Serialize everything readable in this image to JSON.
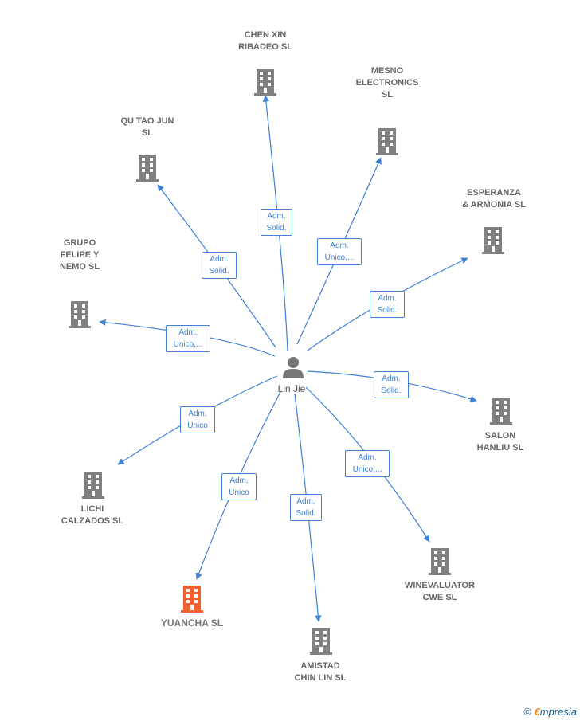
{
  "center": {
    "name": "Lin Jie",
    "icon": "person-icon"
  },
  "colors": {
    "edge": "#3f7fd6",
    "building": "#808080",
    "highlight": "#f06030",
    "text": "#666666"
  },
  "companies": [
    {
      "id": "chen-xin",
      "label": "CHEN XIN\nRIBADEO  SL",
      "role": "Adm.\nSolid.",
      "highlight": false
    },
    {
      "id": "mesno",
      "label": "MESNO\nELECTRONICS\nSL",
      "role": "Adm.\nUnico,...",
      "highlight": false
    },
    {
      "id": "qu-tao-jun",
      "label": "QU TAO JUN\nSL",
      "role": "Adm.\nSolid.",
      "highlight": false
    },
    {
      "id": "esperanza",
      "label": "ESPERANZA\n& ARMONIA  SL",
      "role": "Adm.\nSolid.",
      "highlight": false
    },
    {
      "id": "grupo-felipe",
      "label": "GRUPO\nFELIPE Y\nNEMO SL",
      "role": "Adm.\nUnico,...",
      "highlight": false
    },
    {
      "id": "salon-hanliu",
      "label": "SALON\nHANLIU  SL",
      "role": "Adm.\nSolid.",
      "highlight": false
    },
    {
      "id": "lichi",
      "label": "LICHI\nCALZADOS SL",
      "role": "Adm.\nUnico",
      "highlight": false
    },
    {
      "id": "winevaluator",
      "label": "WINEVALUATOR\nCWE  SL",
      "role": "Adm.\nUnico,...",
      "highlight": false
    },
    {
      "id": "yuancha",
      "label": "YUANCHA  SL",
      "role": "Adm.\nUnico",
      "highlight": true
    },
    {
      "id": "amistad",
      "label": "AMISTAD\nCHIN LIN SL",
      "role": "Adm.\nSolid.",
      "highlight": false
    }
  ],
  "watermark": {
    "copyright": "©",
    "brand_e": "€",
    "brand_rest": "mpresia"
  }
}
